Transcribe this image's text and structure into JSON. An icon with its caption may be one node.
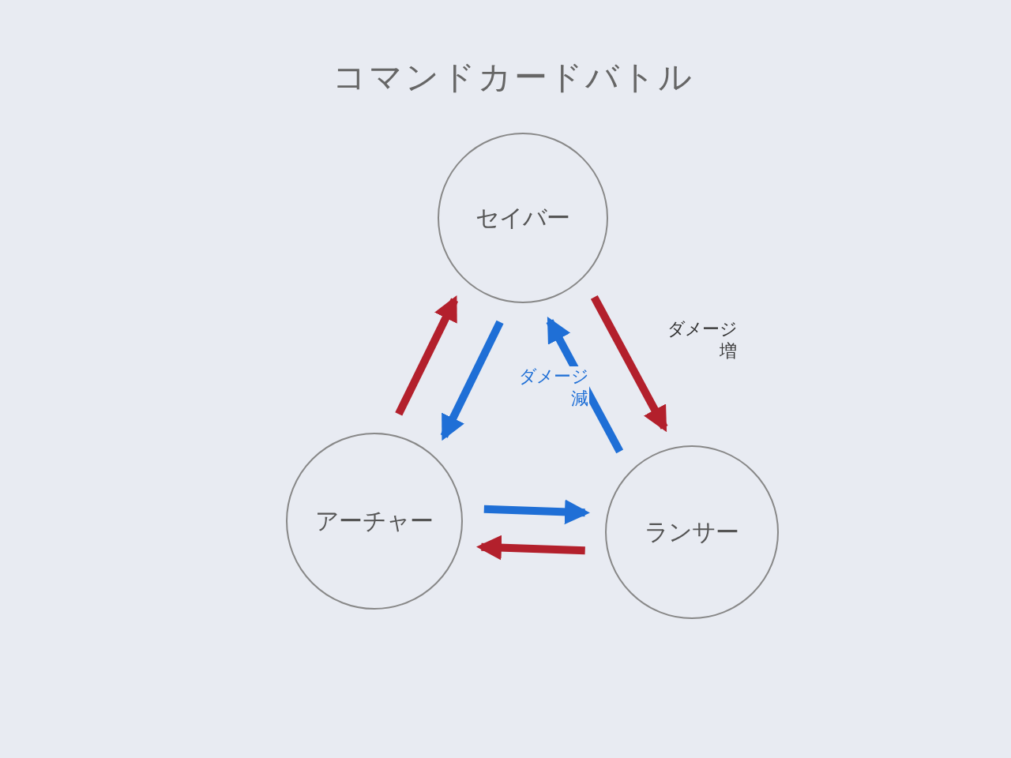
{
  "diagram": {
    "title": "コマンドカードバトル",
    "nodes": [
      {
        "text": [
          "セイバー"
        ]
      },
      {
        "text": [
          "アーチャー"
        ]
      },
      {
        "text": [
          "ランサー"
        ]
      }
    ],
    "edges": [
      {
        "from": 1,
        "to": 0,
        "arrow": "to",
        "color": "#b3202c"
      },
      {
        "from": 0,
        "to": 1,
        "arrow": "to",
        "color": "#1f6fd6"
      },
      {
        "from": 0,
        "to": 2,
        "arrow": "to",
        "color": "#b3202c",
        "label": "ダメージ増"
      },
      {
        "from": 2,
        "to": 0,
        "arrow": "to",
        "color": "#1f6fd6",
        "label": "ダメージ減"
      },
      {
        "from": 1,
        "to": 2,
        "arrow": "to",
        "color": "#1f6fd6"
      },
      {
        "from": 2,
        "to": 1,
        "arrow": "to",
        "color": "#b3202c"
      }
    ]
  }
}
